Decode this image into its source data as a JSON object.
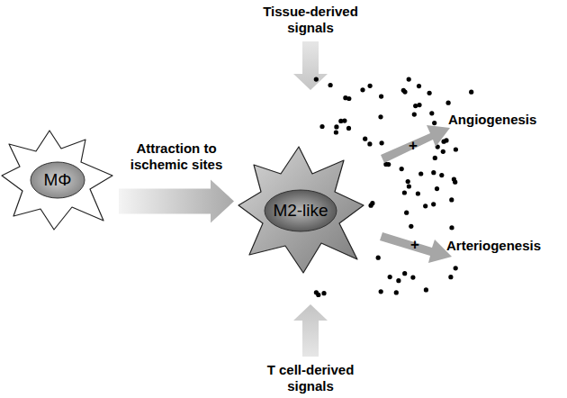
{
  "diagram": {
    "nodes": [
      {
        "text": [
          "MΦ"
        ]
      },
      {
        "text": [
          "M2-like"
        ]
      }
    ],
    "edges": [
      {
        "from": 0,
        "to": 1,
        "arrow": "to",
        "label": "Attraction to ischemic sites"
      }
    ],
    "labels": [
      "Tissue-derived signals",
      "Angiogenesis",
      "+",
      "Arteriogenesis",
      "+",
      "T cell-derived signals"
    ]
  }
}
